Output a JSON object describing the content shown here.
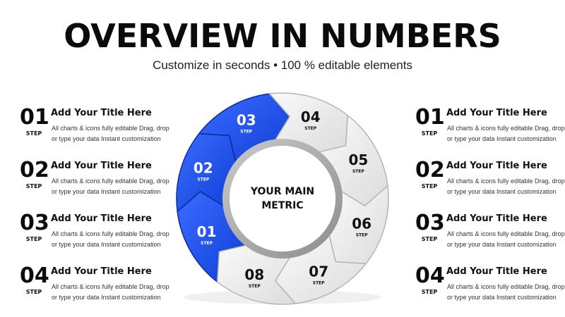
{
  "header": {
    "title": "OVERVIEW IN NUMBERS",
    "subtitle": "Customize in seconds • 100 % editable elements"
  },
  "center": {
    "line1": "YOUR MAIN",
    "line2": "METRIC"
  },
  "colors": {
    "accent": "#1a4fe6",
    "accent_dark": "#0c2c9a",
    "neutral": "#e9e9e9",
    "neutral_dark": "#b5b5b5"
  },
  "segments": [
    {
      "number": "01",
      "label": "STEP",
      "highlighted": true
    },
    {
      "number": "02",
      "label": "STEP",
      "highlighted": true
    },
    {
      "number": "03",
      "label": "STEP",
      "highlighted": true
    },
    {
      "number": "04",
      "label": "STEP",
      "highlighted": false
    },
    {
      "number": "05",
      "label": "STEP",
      "highlighted": false
    },
    {
      "number": "06",
      "label": "STEP",
      "highlighted": false
    },
    {
      "number": "07",
      "label": "STEP",
      "highlighted": false
    },
    {
      "number": "08",
      "label": "STEP",
      "highlighted": false
    }
  ],
  "left_items": [
    {
      "number": "01",
      "step": "STEP",
      "title": "Add Your Title Here",
      "desc": "All charts & icons fully editable Drag, drop or type your data Instant customization"
    },
    {
      "number": "02",
      "step": "STEP",
      "title": "Add Your Title Here",
      "desc": "All charts & icons fully editable Drag, drop or type your data Instant customization"
    },
    {
      "number": "03",
      "step": "STEP",
      "title": "Add Your Title Here",
      "desc": "All charts & icons fully editable Drag, drop or type your data Instant customization"
    },
    {
      "number": "04",
      "step": "STEP",
      "title": "Add Your Title Here",
      "desc": "All charts & icons fully editable Drag, drop or type your data Instant customization"
    }
  ],
  "right_items": [
    {
      "number": "01",
      "step": "STEP",
      "title": "Add Your Title Here",
      "desc": "All charts & icons fully editable Drag, drop or type your data Instant customization"
    },
    {
      "number": "02",
      "step": "STEP",
      "title": "Add Your Title Here",
      "desc": "All charts & icons fully editable Drag, drop or type your data Instant customization"
    },
    {
      "number": "03",
      "step": "STEP",
      "title": "Add Your Title Here",
      "desc": "All charts & icons fully editable Drag, drop or type your data Instant customization"
    },
    {
      "number": "04",
      "step": "STEP",
      "title": "Add Your Title Here",
      "desc": "All charts & icons fully editable Drag, drop or type your data Instant customization"
    }
  ]
}
